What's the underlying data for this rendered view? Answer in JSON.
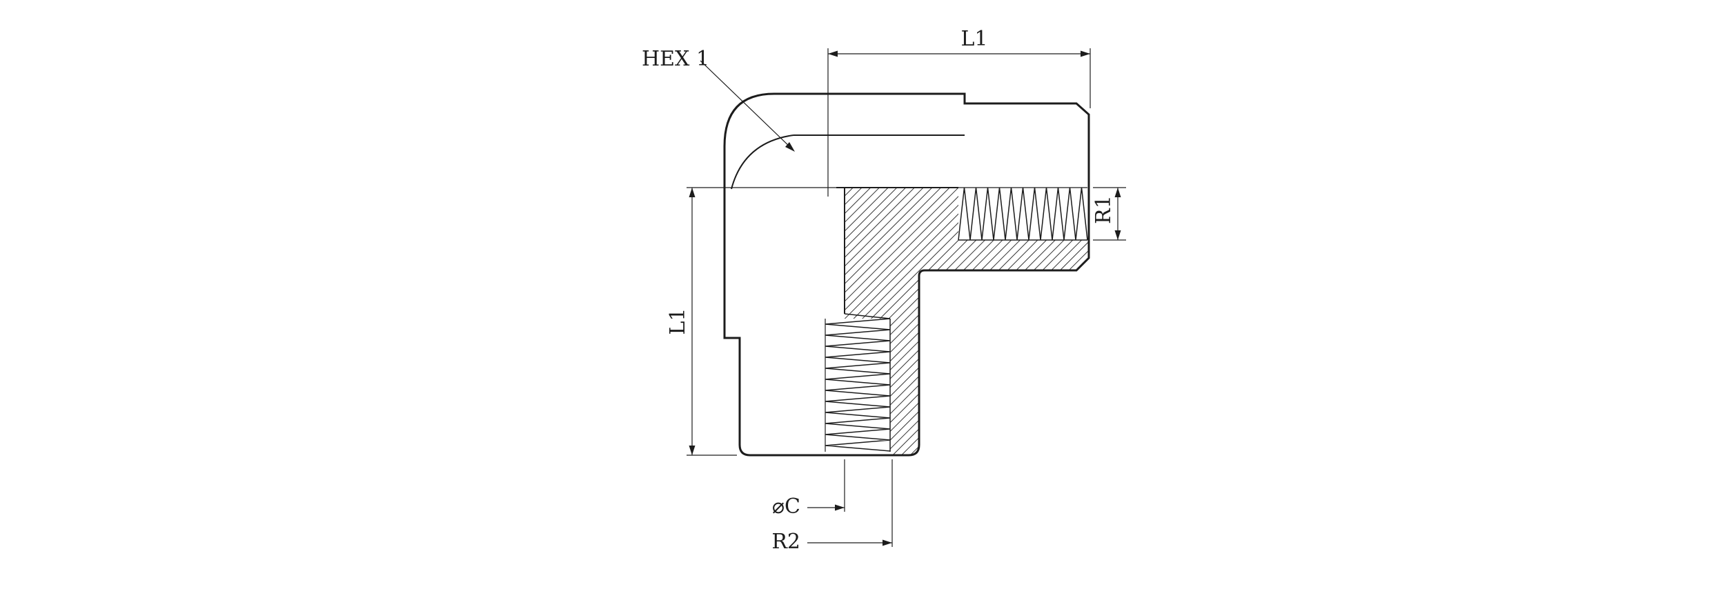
{
  "page": {
    "background": "#ffffff",
    "line_color": "#1c1c1c"
  },
  "drawing": {
    "view": "90-degree elbow fitting, half-section",
    "labels": {
      "hex": "HEX 1",
      "l1_top": "L1",
      "l1_left": "L1",
      "r1": "R1",
      "c_dia": "⌀C",
      "r2": "R2"
    }
  }
}
